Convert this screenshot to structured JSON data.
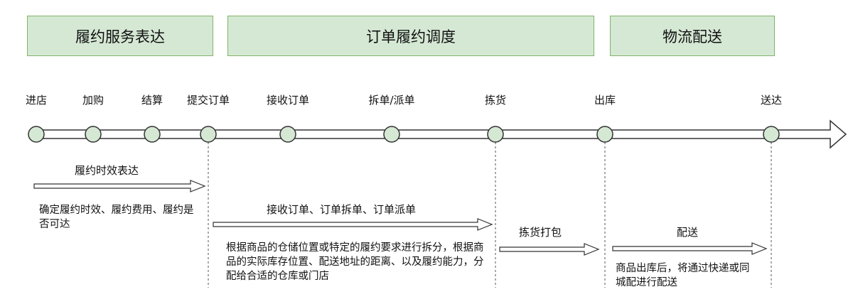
{
  "phases": [
    "履约服务表达",
    "订单履约调度",
    "物流配送"
  ],
  "stages": [
    "进店",
    "加购",
    "结算",
    "提交订单",
    "接收订单",
    "拆单/派单",
    "拣货",
    "出库",
    "送达"
  ],
  "segments": [
    {
      "title": "履约时效表达",
      "desc": "确定履约时效、履约费用、履约是否可达"
    },
    {
      "title": "接收订单、订单拆单、订单派单",
      "desc": "根据商品的仓储位置或特定的履约要求进行拆分，根据商品的实际库存位置、配送地址的距离、以及履约能力，分配给合适的仓库或门店"
    },
    {
      "title": "拣货打包",
      "desc": ""
    },
    {
      "title": "配送",
      "desc": "商品出库后，将通过快递或同城配进行配送"
    }
  ],
  "colors": {
    "phase_fill": "#d5e8d4",
    "phase_border": "#82b366",
    "node_fill": "#d5e8d4",
    "line": "#333333"
  }
}
